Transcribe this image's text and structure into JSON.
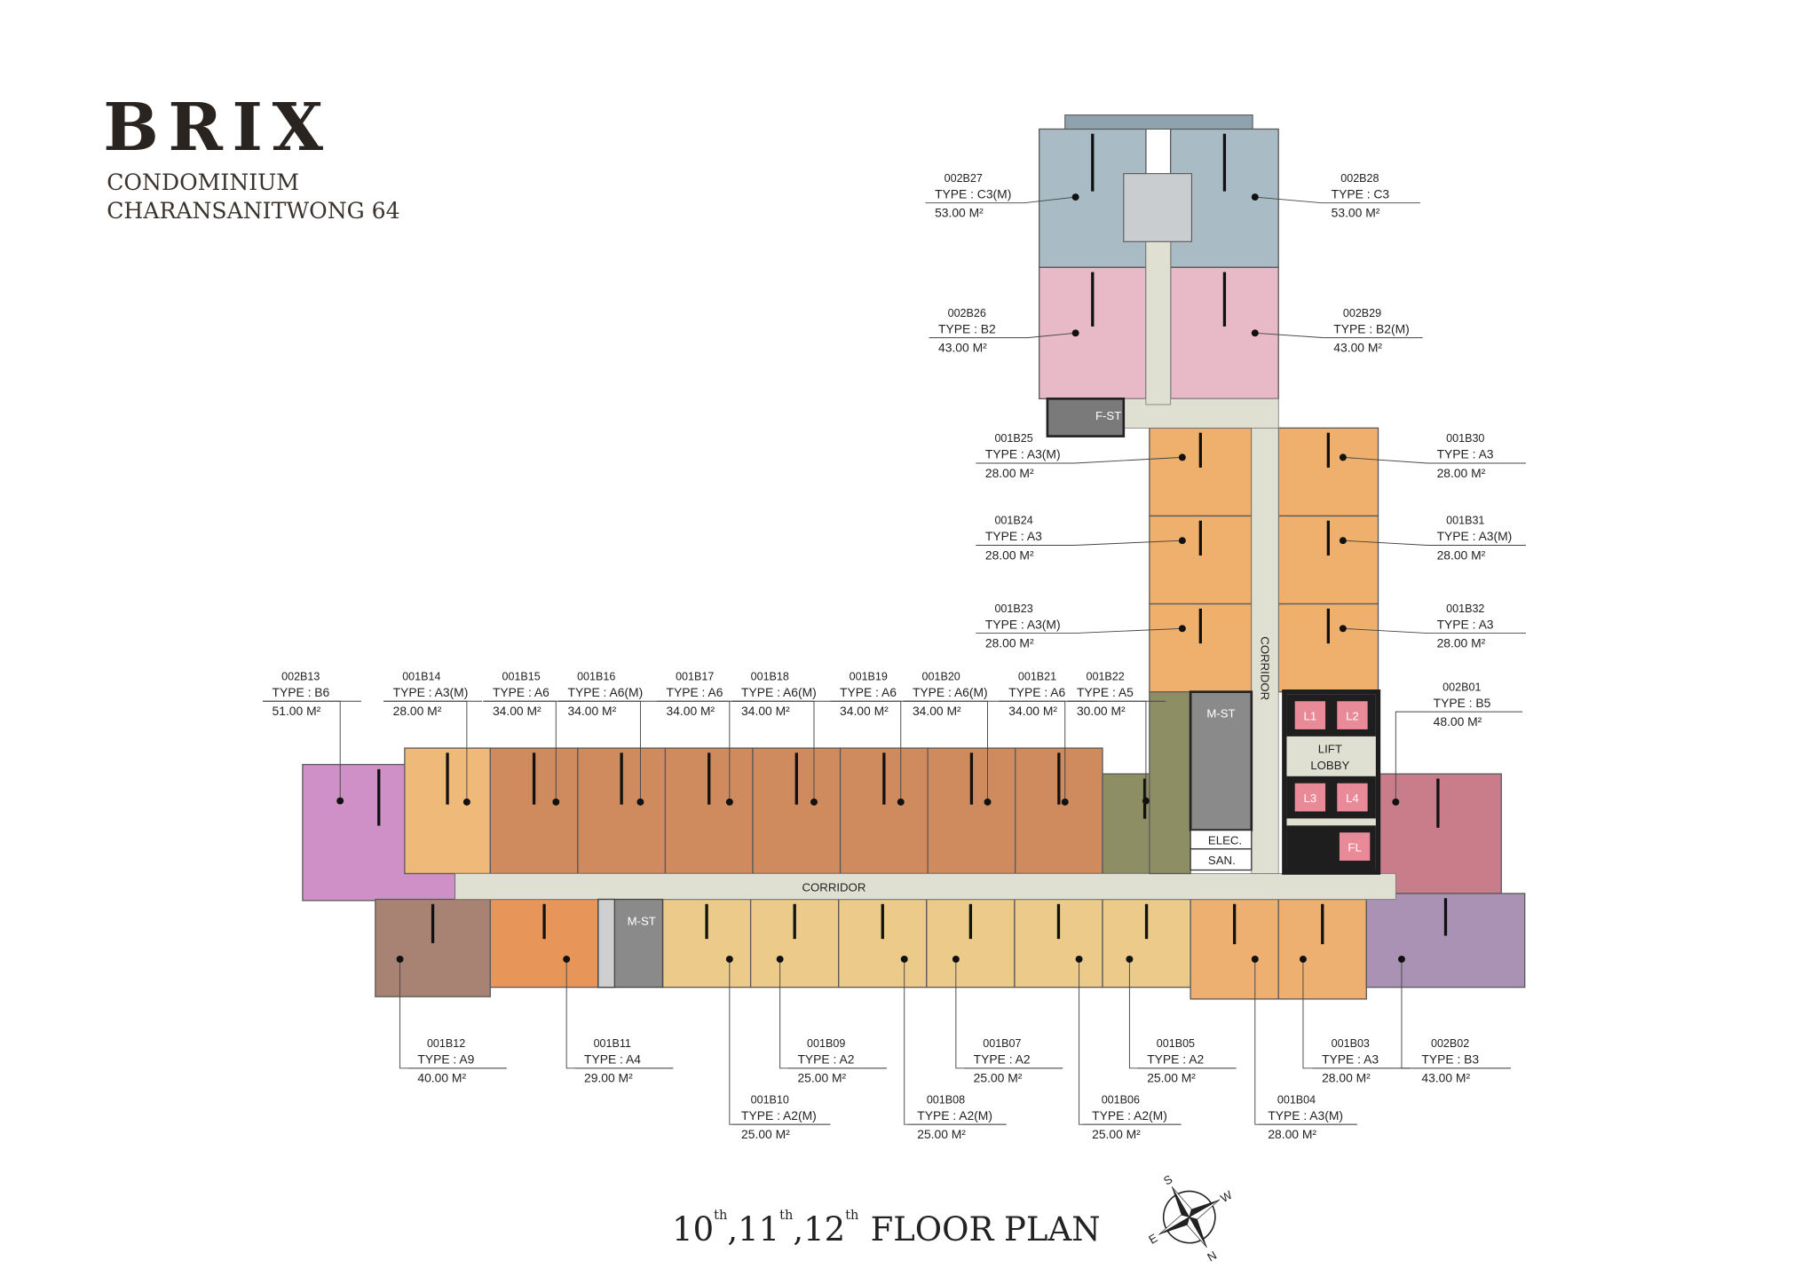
{
  "brand": {
    "name": "BRIX",
    "line1": "CONDOMINIUM",
    "line2": "CHARANSANITWONG 64"
  },
  "plan_title": {
    "floors": [
      "10",
      "11",
      "12"
    ],
    "suffix": "th",
    "label": "FLOOR PLAN"
  },
  "areas": {
    "corridor": "CORRIDOR",
    "corridor_vertical": "CORRIDOR",
    "fire_stair": "F-ST",
    "main_stair": "M-ST",
    "main_stair_south": "M-ST",
    "lift_lobby_1": "LIFT",
    "lift_lobby_2": "LOBBY",
    "lifts": [
      "L1",
      "L2",
      "L3",
      "L4",
      "FL"
    ],
    "elec": "ELEC.",
    "san": "SAN."
  },
  "compass": {
    "labels": [
      "S",
      "W",
      "N",
      "E"
    ]
  },
  "colors": {
    "corridor": "#e0e0d2",
    "stair": "#8a8a8a",
    "lift": "#e88a98",
    "lobby_frame": "#1e1e1e"
  },
  "units": [
    {
      "id": "002B27",
      "type": "TYPE : C3(M)",
      "area": "53.00 M²",
      "color": "#a9bcc6"
    },
    {
      "id": "002B28",
      "type": "TYPE : C3",
      "area": "53.00 M²",
      "color": "#a9bcc6"
    },
    {
      "id": "002B26",
      "type": "TYPE : B2",
      "area": "43.00 M²",
      "color": "#e8b9c6"
    },
    {
      "id": "002B29",
      "type": "TYPE : B2(M)",
      "area": "43.00 M²",
      "color": "#e8b9c6"
    },
    {
      "id": "001B25",
      "type": "TYPE : A3(M)",
      "area": "28.00 M²",
      "color": "#efb06e"
    },
    {
      "id": "001B24",
      "type": "TYPE : A3",
      "area": "28.00 M²",
      "color": "#efb06e"
    },
    {
      "id": "001B23",
      "type": "TYPE : A3(M)",
      "area": "28.00 M²",
      "color": "#efb06e"
    },
    {
      "id": "001B30",
      "type": "TYPE : A3",
      "area": "28.00 M²",
      "color": "#efb06e"
    },
    {
      "id": "001B31",
      "type": "TYPE : A3(M)",
      "area": "28.00 M²",
      "color": "#efb06e"
    },
    {
      "id": "001B32",
      "type": "TYPE : A3",
      "area": "28.00 M²",
      "color": "#efb06e"
    },
    {
      "id": "002B13",
      "type": "TYPE : B6",
      "area": "51.00 M²",
      "color": "#cf90c8"
    },
    {
      "id": "001B14",
      "type": "TYPE : A3(M)",
      "area": "28.00 M²",
      "color": "#efb97a"
    },
    {
      "id": "001B15",
      "type": "TYPE : A6",
      "area": "34.00 M²",
      "color": "#cf8b5e"
    },
    {
      "id": "001B16",
      "type": "TYPE : A6(M)",
      "area": "34.00 M²",
      "color": "#cf8b5e"
    },
    {
      "id": "001B17",
      "type": "TYPE : A6",
      "area": "34.00 M²",
      "color": "#cf8b5e"
    },
    {
      "id": "001B18",
      "type": "TYPE : A6(M)",
      "area": "34.00 M²",
      "color": "#cf8b5e"
    },
    {
      "id": "001B19",
      "type": "TYPE : A6",
      "area": "34.00 M²",
      "color": "#cf8b5e"
    },
    {
      "id": "001B20",
      "type": "TYPE : A6(M)",
      "area": "34.00 M²",
      "color": "#cf8b5e"
    },
    {
      "id": "001B21",
      "type": "TYPE : A6",
      "area": "34.00 M²",
      "color": "#cf8b5e"
    },
    {
      "id": "001B22",
      "type": "TYPE : A5",
      "area": "30.00 M²",
      "color": "#8e8e64"
    },
    {
      "id": "002B01",
      "type": "TYPE : B5",
      "area": "48.00 M²",
      "color": "#c97c8a"
    },
    {
      "id": "001B12",
      "type": "TYPE : A9",
      "area": "40.00 M²",
      "color": "#a88272"
    },
    {
      "id": "001B11",
      "type": "TYPE : A4",
      "area": "29.00 M²",
      "color": "#e8955a"
    },
    {
      "id": "001B10",
      "type": "TYPE : A2(M)",
      "area": "25.00 M²",
      "color": "#ecca8a"
    },
    {
      "id": "001B09",
      "type": "TYPE : A2",
      "area": "25.00 M²",
      "color": "#ecca8a"
    },
    {
      "id": "001B08",
      "type": "TYPE : A2(M)",
      "area": "25.00 M²",
      "color": "#ecca8a"
    },
    {
      "id": "001B07",
      "type": "TYPE : A2",
      "area": "25.00 M²",
      "color": "#ecca8a"
    },
    {
      "id": "001B06",
      "type": "TYPE : A2(M)",
      "area": "25.00 M²",
      "color": "#ecca8a"
    },
    {
      "id": "001B05",
      "type": "TYPE : A2",
      "area": "25.00 M²",
      "color": "#ecca8a"
    },
    {
      "id": "001B04",
      "type": "TYPE : A3(M)",
      "area": "28.00 M²",
      "color": "#eeb070"
    },
    {
      "id": "001B03",
      "type": "TYPE : A3",
      "area": "28.00 M²",
      "color": "#eeb070"
    },
    {
      "id": "002B02",
      "type": "TYPE : B3",
      "area": "43.00 M²",
      "color": "#a992b3"
    }
  ]
}
